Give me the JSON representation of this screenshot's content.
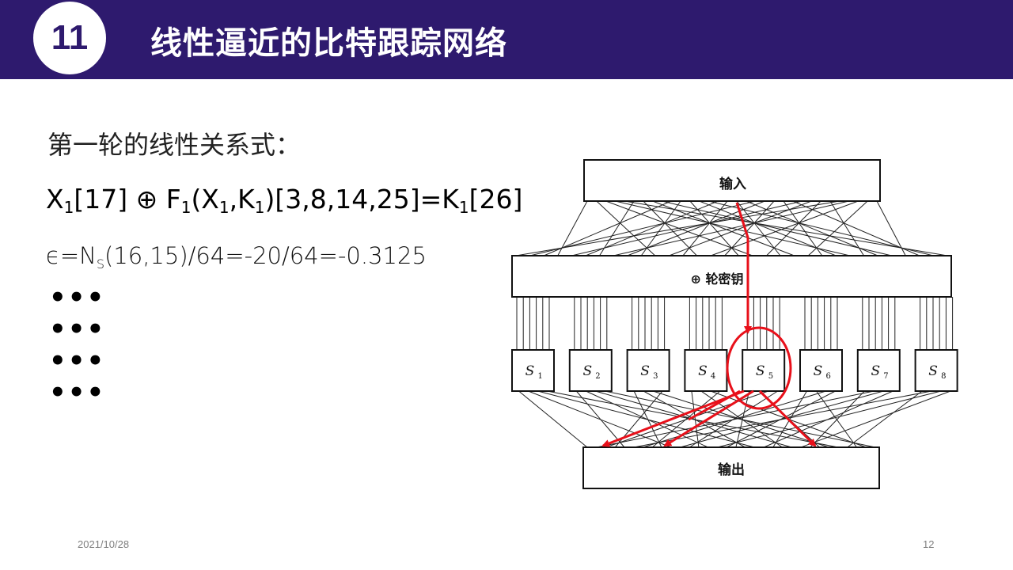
{
  "header": {
    "section_number": "11",
    "title": "线性逼近的比特跟踪网络"
  },
  "content": {
    "line1": "第一轮的线性关系式：",
    "eq": {
      "p1": "X",
      "s1": "1",
      "p2": "[17] ⊕ F",
      "s2": "1",
      "p3": "(X",
      "s3": "1",
      "p4": ",K",
      "s4": "1",
      "p5": ")[3,8,14,25]=K",
      "s5": "1",
      "p6": "[26]"
    },
    "eps": {
      "p1": "ϵ=N",
      "s1": "S",
      "p2": "(16,15)/64=-20/64=-0.3125"
    },
    "dots": [
      "•••",
      "•••",
      "•••",
      "•••"
    ]
  },
  "diagram": {
    "input_label": "输入",
    "key_label": "⊕ 轮密钥",
    "output_label": "输出",
    "sboxes": [
      {
        "letter": "S",
        "sub": "1"
      },
      {
        "letter": "S",
        "sub": "2"
      },
      {
        "letter": "S",
        "sub": "3"
      },
      {
        "letter": "S",
        "sub": "4"
      },
      {
        "letter": "S",
        "sub": "5"
      },
      {
        "letter": "S",
        "sub": "6"
      },
      {
        "letter": "S",
        "sub": "7"
      },
      {
        "letter": "S",
        "sub": "8"
      }
    ],
    "highlight_color": "#e8101a"
  },
  "footer": {
    "date": "2021/10/28",
    "page": "12"
  }
}
